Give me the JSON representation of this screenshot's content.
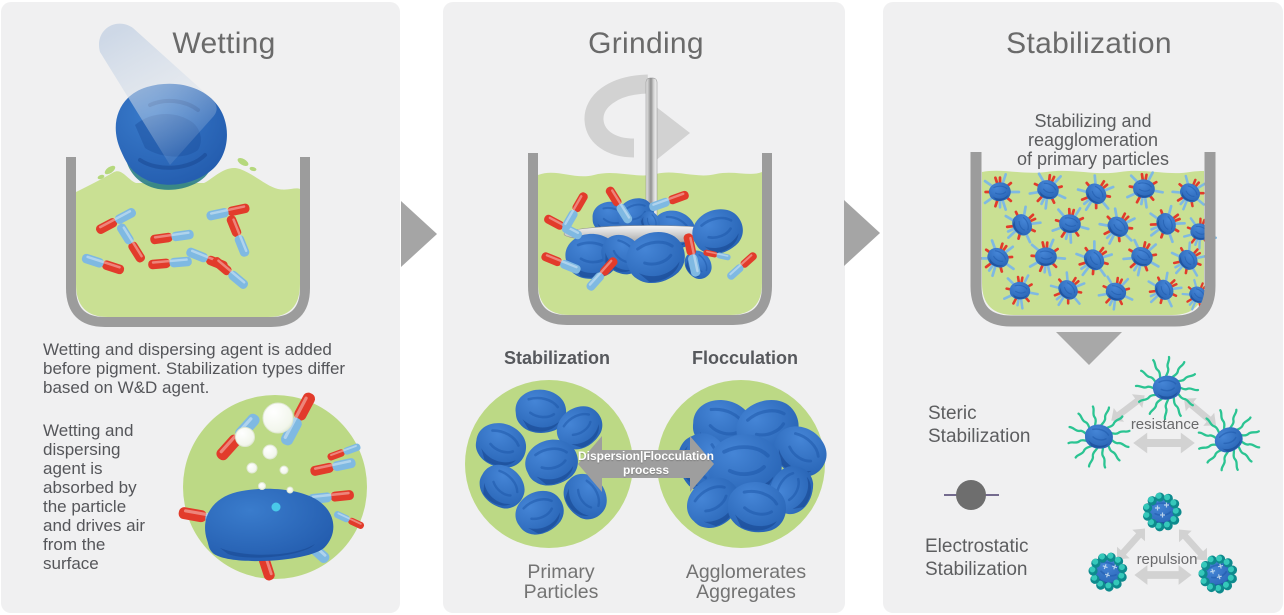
{
  "colors": {
    "panel_bg": "#f0f0f1",
    "liquid_green": "#c9e093",
    "circle_green": "#bcd985",
    "rock_blue": "#2a68ba",
    "rod_red": "#e23b2b",
    "rod_blue": "#7fb9e2",
    "beaker_gray": "#9c9c9c",
    "panel_arrow_gray": "#a5a5a5",
    "process_arrow_gray": "#9e9e9e",
    "small_arrow_gray": "#d2d2d2",
    "hair_green": "#2bc492",
    "ion_teal": "#139b98",
    "title_text": "#6a6a6a",
    "body_text": "#55565a"
  },
  "panels": {
    "wetting": {
      "title": "Wetting",
      "paragraph1": "Wetting and dispersing agent is added before pigment. Stabilization types differ based on W&D agent.",
      "paragraph2": "Wetting and dispersing agent is absorbed by the particle and drives air from the surface"
    },
    "grinding": {
      "title": "Grinding",
      "stabilization_circle_label": "Stabilization",
      "flocculation_circle_label": "Flocculation",
      "process_arrow_label": "Dispersion|Flocculation\nprocess",
      "primary_caption": "Primary\nParticles",
      "agglomerates_caption": "Agglomerates\nAggregates"
    },
    "stabilization": {
      "title": "Stabilization",
      "subtitle": "Stabilizing and reagglomeration\nof primary particles",
      "steric_label": "Steric\nStabilization",
      "steric_annotation": "resistance",
      "electrostatic_label": "Electrostatic\nStabilization",
      "electrostatic_annotation": "repulsion"
    }
  }
}
